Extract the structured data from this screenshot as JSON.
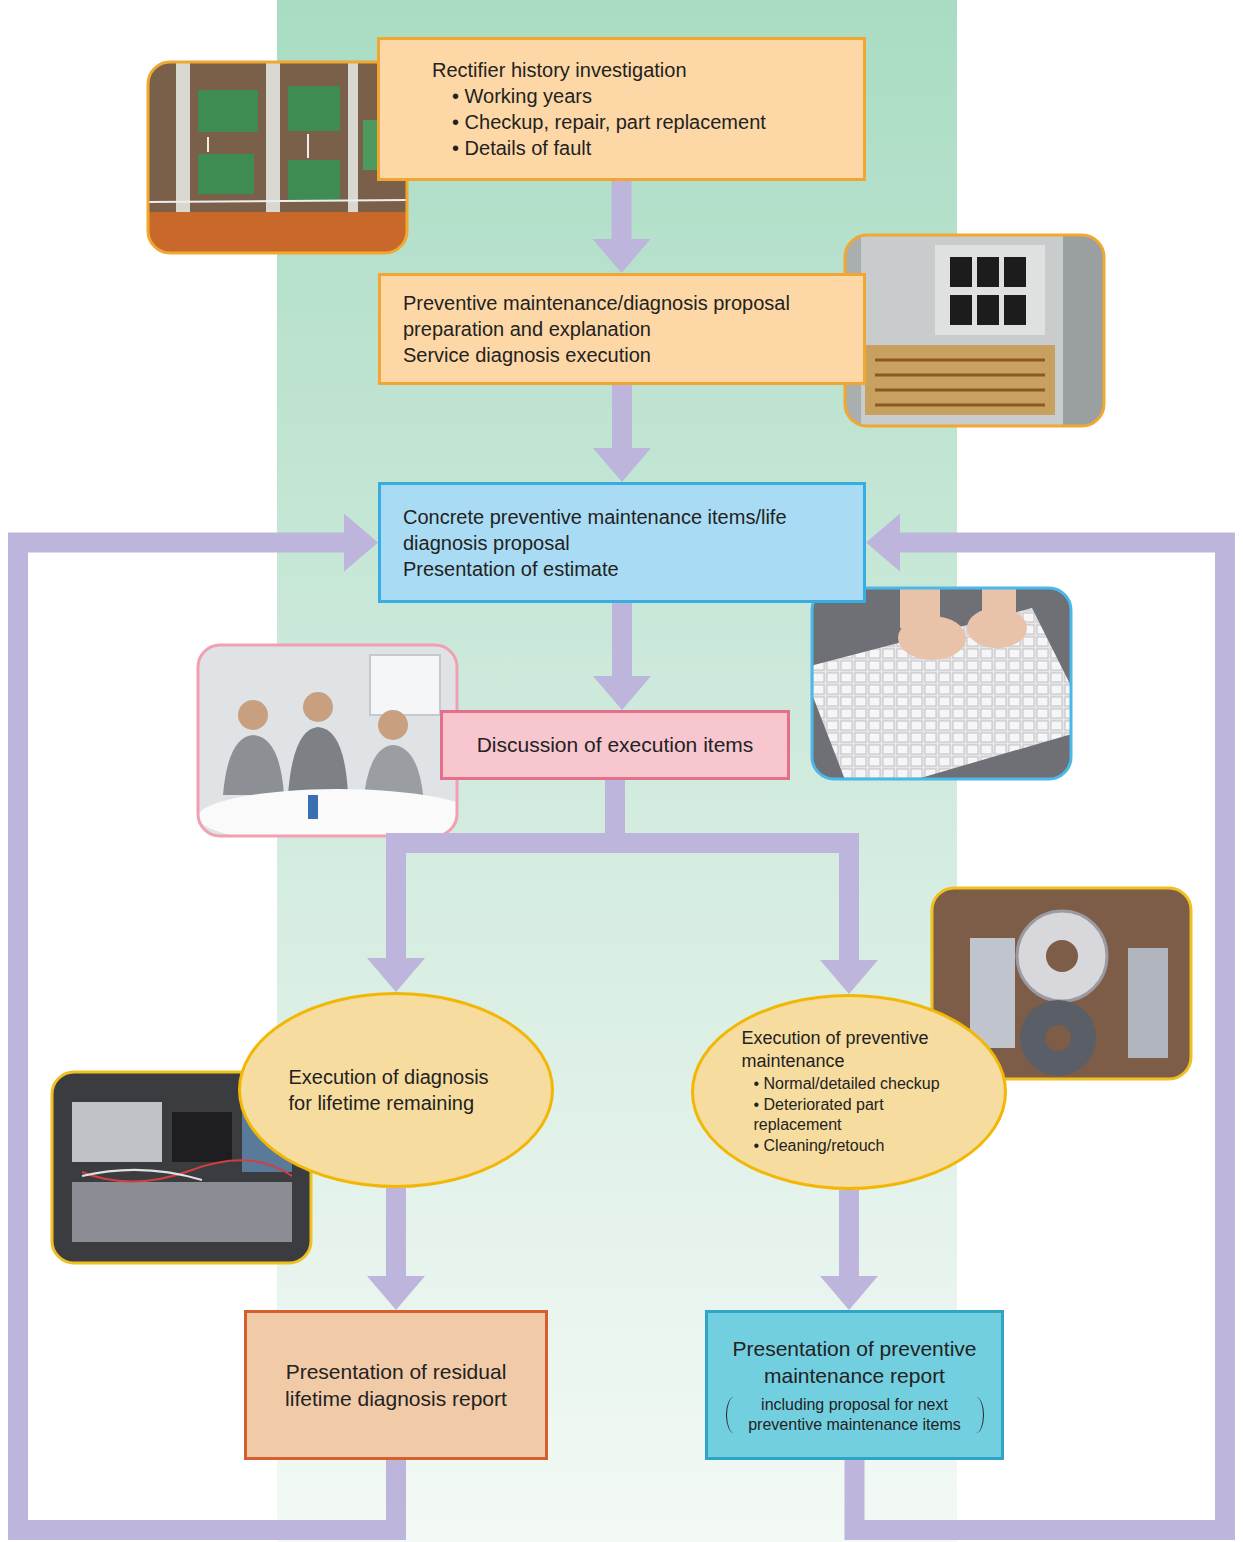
{
  "diagram": {
    "nodes": [
      {
        "text": [
          "Rectifier history investigation",
          "• Working years",
          "• Checkup, repair, part replacement",
          "• Details of fault"
        ]
      },
      {
        "text": [
          "Preventive maintenance/diagnosis proposal preparation and explanation",
          "Service diagnosis execution"
        ]
      },
      {
        "text": [
          "Concrete preventive maintenance items/life diagnosis proposal",
          "Presentation of estimate"
        ]
      },
      {
        "text": [
          "Discussion of execution items"
        ]
      },
      {
        "text": [
          "Execution of diagnosis for lifetime remaining"
        ]
      },
      {
        "text": [
          "Execution of preventive maintenance",
          "• Normal/detailed checkup",
          "• Deteriorated part replacement",
          "• Cleaning/retouch"
        ]
      },
      {
        "text": [
          "Presentation of residual lifetime diagnosis report"
        ]
      },
      {
        "text": [
          "Presentation of preventive maintenance report",
          "including proposal for next preventive maintenance items"
        ]
      }
    ],
    "edges": [
      {
        "from": 0,
        "to": 1,
        "arrow": "to"
      },
      {
        "from": 1,
        "to": 2,
        "arrow": "to"
      },
      {
        "from": 2,
        "to": 3,
        "arrow": "to"
      },
      {
        "from": 3,
        "to": 4,
        "arrow": "to"
      },
      {
        "from": 3,
        "to": 5,
        "arrow": "to"
      },
      {
        "from": 4,
        "to": 6,
        "arrow": "to"
      },
      {
        "from": 5,
        "to": 7,
        "arrow": "to"
      },
      {
        "from": 6,
        "to": 2,
        "arrow": "to"
      },
      {
        "from": 7,
        "to": 2,
        "arrow": "to"
      }
    ]
  }
}
